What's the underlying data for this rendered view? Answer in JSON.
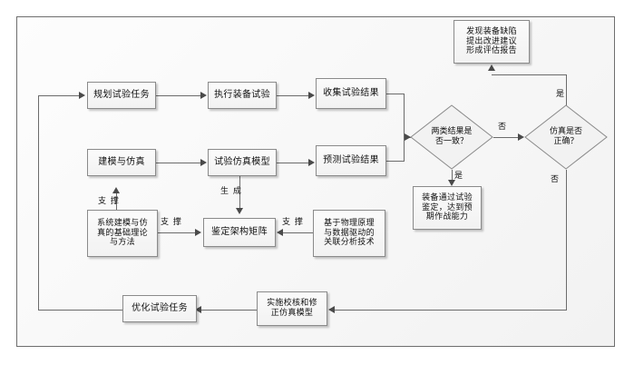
{
  "diagram": {
    "type": "flowchart",
    "title": "",
    "language": "zh-CN",
    "colors": {
      "frame_border": "#6e6e6e",
      "node_border": "#8a8a8a",
      "node_fill": "#f5f5f5",
      "line": "#6b6b6b",
      "arrow": "#4a4a4a",
      "text": "#111111",
      "background": "#ffffff"
    },
    "nodes": {
      "plan_test_task": "规划试验任务",
      "execute_equipment_test": "执行装备试验",
      "collect_test_results": "收集试验结果",
      "modeling_simulation": "建模与仿真",
      "test_simulation_model": "试验仿真模型",
      "predict_test_results": "预测试验结果",
      "theory_methods": "系统建模与仿\n真的基础理论\n与方法",
      "appraisal_matrix": "鉴定架构矩阵",
      "correlation_tech": "基于物理原理\n与数据驱动的\n关联分析技术",
      "equipment_passed": "装备通过试验\n鉴定，达到预\n期作战能力",
      "defect_report": "发现装备缺陷\n提出改进建议\n形成评估报告",
      "optimize_test_task": "优化试验任务",
      "verify_correct_model": "实施校核和修\n正仿真模型"
    },
    "decisions": {
      "results_consistent": "两类结果是\n否一致？",
      "simulation_correct": "仿真是否\n正确？"
    },
    "edge_labels": {
      "support_1": "支 撑",
      "support_2": "支 撑",
      "support_3": "支 撑",
      "generate": "生 成",
      "yes_consistent": "是",
      "no_consistent": "否",
      "yes_simulation": "是",
      "no_simulation": "否"
    }
  }
}
